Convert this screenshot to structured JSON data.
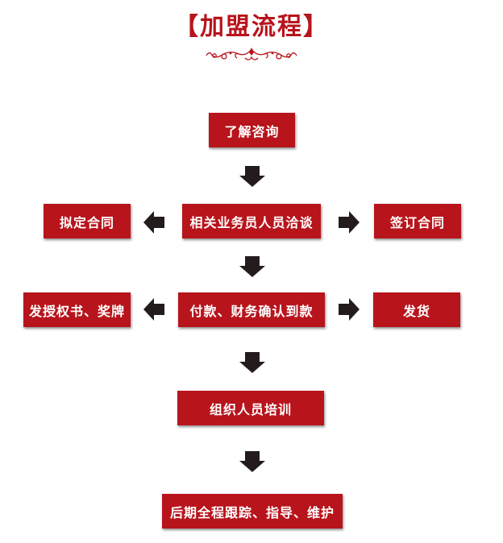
{
  "title": "【加盟流程】",
  "colors": {
    "box": "#b8141c",
    "arrow": "#241c1c",
    "ornament": "#b8141c"
  },
  "steps": {
    "consult": "了解咨询",
    "negotiate": "相关业务员人员洽谈",
    "draft_contract": "拟定合同",
    "sign_contract": "签订合同",
    "payment": "付款、财务确认到款",
    "authorization": "发授权书、奖牌",
    "shipping": "发货",
    "training": "组织人员培训",
    "support": "后期全程跟踪、指导、维护"
  },
  "icons": {
    "ornament": "floral-divider-icon",
    "arrow": "block-arrow-icon"
  }
}
